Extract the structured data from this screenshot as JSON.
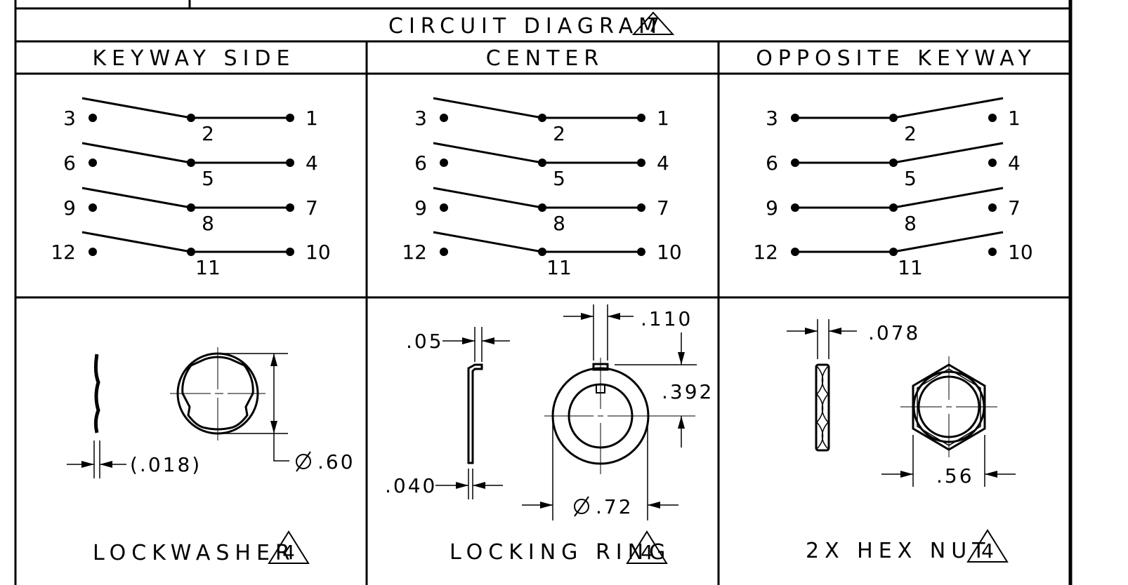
{
  "title": "CIRCUIT DIAGRAM",
  "title_note": "7",
  "positions": [
    {
      "label": "KEYWAY SIDE",
      "throw": "left"
    },
    {
      "label": "CENTER",
      "throw": "left"
    },
    {
      "label": "OPPOSITE KEYWAY",
      "throw": "right"
    }
  ],
  "poles": [
    {
      "left": "3",
      "common": "2",
      "right": "1"
    },
    {
      "left": "6",
      "common": "5",
      "right": "4"
    },
    {
      "left": "9",
      "common": "8",
      "right": "7"
    },
    {
      "left": "12",
      "common": "11",
      "right": "10"
    }
  ],
  "parts": {
    "lockwasher": {
      "name": "LOCKWASHER",
      "note": "4",
      "thickness": "(.018)",
      "diameter": ".60"
    },
    "locking_ring": {
      "name": "LOCKING RING",
      "note": "4",
      "dim_tab": ".05",
      "dim_thickness": ".040",
      "dim_key_width": ".110",
      "dim_key_height": ".392",
      "diameter": ".72"
    },
    "hex_nut": {
      "name": "2X HEX NUT",
      "note": "4",
      "thickness": ".078",
      "width": ".56"
    }
  }
}
